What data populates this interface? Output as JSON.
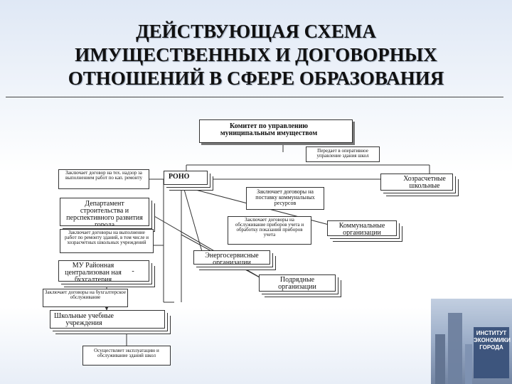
{
  "title": {
    "line1": "ДЕЙСТВУЮЩАЯ СХЕМА",
    "line2": "ИМУЩЕСТВЕННЫХ И ДОГОВОРНЫХ",
    "line3": "ОТНОШЕНИЙ В СФЕРЕ ОБРАЗОВАНИЯ"
  },
  "boxes": {
    "committee": "Комитет по управлению муниципальным имуществом",
    "rono": "РОНО",
    "department": "Департамент строительства и перспективного развития города",
    "centralized_accounting": "МУ Районная централизован ная бухгалтерия",
    "centralized_dash": "-",
    "schools": "Школьные учебные учреждения",
    "self_financed": "Хозрасчетные школьные учреждения",
    "communal": "Коммунальные организации",
    "energy_service": "Энергосервисные организации",
    "contractors": "Подрядные организации"
  },
  "notes": {
    "transfers": "Передает в оперативное управление здания школ",
    "tech_supervision": "Заключает договор на тех. надзор за выполнением работ по кап. ремонту",
    "utilities_contracts": "Заключает договоры на поставку коммунальных ресурсов",
    "metering_contracts": "Заключает договоры на обслуживание приборов учета и обработку показаний приборов учета",
    "repair_contracts": "Заключает договоры на выполнение работ по ремонту зданий, в том числе и хозрасчетных школьных учреждений",
    "accounting_contracts": "Заключает договоры на бухгалтерское обслуживание",
    "operation": "Осуществляет эксплуатацию и обслуживание зданий школ"
  },
  "branding": {
    "logo_text": "ИНСТИТУТ ЭКОНОМИКИ ГОРОДА"
  }
}
